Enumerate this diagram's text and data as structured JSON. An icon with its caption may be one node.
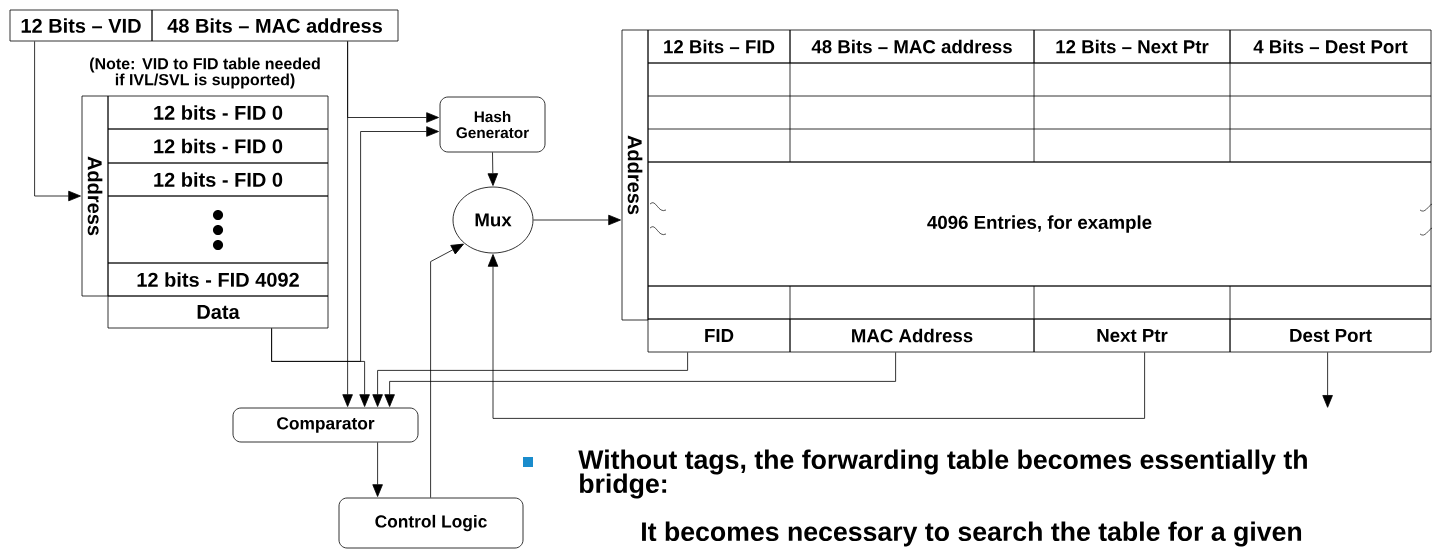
{
  "diagram": {
    "nodes": [
      {
        "text": [
          "12 Bits – VID"
        ]
      },
      {
        "text": [
          "48 Bits – MAC address"
        ]
      },
      {
        "text": [
          "Address"
        ]
      },
      {
        "text": [
          "12 bits - FID 0"
        ]
      },
      {
        "text": [
          "12 bits - FID 0"
        ]
      },
      {
        "text": [
          "12 bits - FID 0"
        ]
      },
      {
        "text": [],
        "shape": "box"
      },
      {
        "text": [
          "12 bits - FID 4092"
        ]
      },
      {
        "text": [
          "Data"
        ]
      },
      {
        "text": [
          "Hash Generator"
        ]
      },
      {
        "text": [
          "Mux"
        ]
      },
      {
        "text": [
          "Address"
        ]
      },
      {
        "text": [
          "12 Bits – FID"
        ]
      },
      {
        "text": [
          "48 Bits – MAC address"
        ]
      },
      {
        "text": [
          "12 Bits – Next Ptr"
        ]
      },
      {
        "text": [
          "4 Bits – Dest Port"
        ]
      },
      {
        "text": [
          "4096 Entries, for example"
        ]
      },
      {
        "text": [
          "FID"
        ]
      },
      {
        "text": [
          "MAC Address"
        ]
      },
      {
        "text": [
          "Next Ptr"
        ]
      },
      {
        "text": [
          "Dest Port"
        ]
      },
      {
        "text": [
          "Comparator"
        ]
      },
      {
        "text": [
          "Control Logic"
        ]
      }
    ],
    "edges": [
      {
        "from": 0,
        "to": 2,
        "arrow": "to"
      },
      {
        "from": 1,
        "to": 9,
        "arrow": "to"
      },
      {
        "from": 1,
        "to": 21,
        "arrow": "to"
      },
      {
        "from": 8,
        "to": 9,
        "arrow": "to"
      },
      {
        "from": 8,
        "to": 21,
        "arrow": "to"
      },
      {
        "from": 9,
        "to": 10,
        "arrow": "to"
      },
      {
        "from": 10,
        "to": 11,
        "arrow": "to"
      },
      {
        "from": 17,
        "to": 21,
        "arrow": "to"
      },
      {
        "from": 18,
        "to": 21,
        "arrow": "to"
      },
      {
        "from": 19,
        "to": 10,
        "arrow": "to"
      },
      {
        "from": 20,
        "to": null,
        "arrow": "to"
      },
      {
        "from": 21,
        "to": 22,
        "arrow": "to"
      },
      {
        "from": 22,
        "to": 10,
        "arrow": "to"
      }
    ],
    "labels": [
      "(Note: VID to FID table needed if IVL/SVL is supported)",
      "Without tags, the forwarding table becomes essentially th",
      "bridge:",
      "It becomes necessary to search the table for a given"
    ]
  }
}
